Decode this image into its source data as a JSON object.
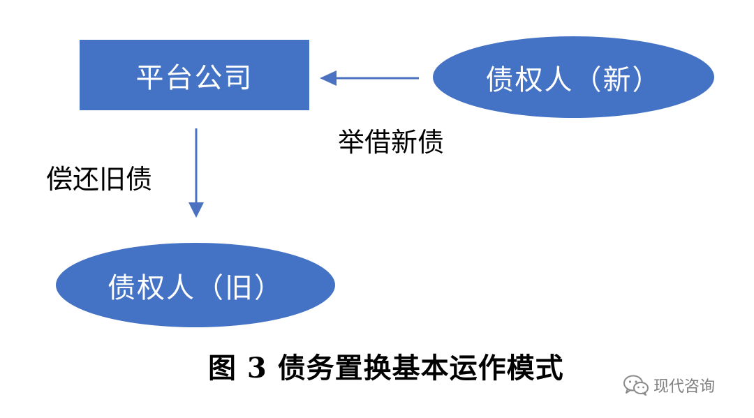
{
  "diagram": {
    "nodes": {
      "platform": "平台公司",
      "new_creditor": "债权人（新）",
      "old_creditor": "债权人（旧）"
    },
    "edges": {
      "borrow_label": "举借新债",
      "repay_label": "偿还旧债"
    },
    "caption": "图 3  债务置换基本运作模式"
  },
  "watermark": {
    "text": "现代咨询",
    "icon": "wechat-icon"
  },
  "colors": {
    "node_fill": "#4472c4",
    "arrow": "#4a72c0",
    "text": "#000000",
    "watermark": "#7f7f7f"
  }
}
